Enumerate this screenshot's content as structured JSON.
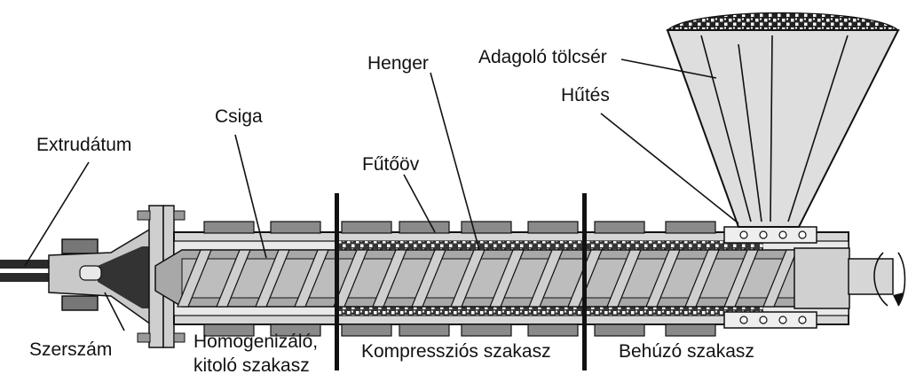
{
  "labels": {
    "extrudatum": "Extrudátum",
    "csiga": "Csiga",
    "henger": "Henger",
    "adagolo_tolcser": "Adagoló tölcsér",
    "hutes": "Hűtés",
    "futoov": "Fűtőöv",
    "szerszam": "Szerszám",
    "homogenizalo_line1": "Homogenizáló,",
    "homogenizalo_line2": "kitoló szakasz",
    "kompresszios": "Kompressziós szakasz",
    "behuzo": "Behúzó szakasz"
  },
  "colors": {
    "barrel": "#d6d6d6",
    "heater": "#8a8a8a",
    "screw_root": "#a8a8a8",
    "flight": "#cfcfcf",
    "hopper": "#dedede",
    "ink": "#111111"
  }
}
